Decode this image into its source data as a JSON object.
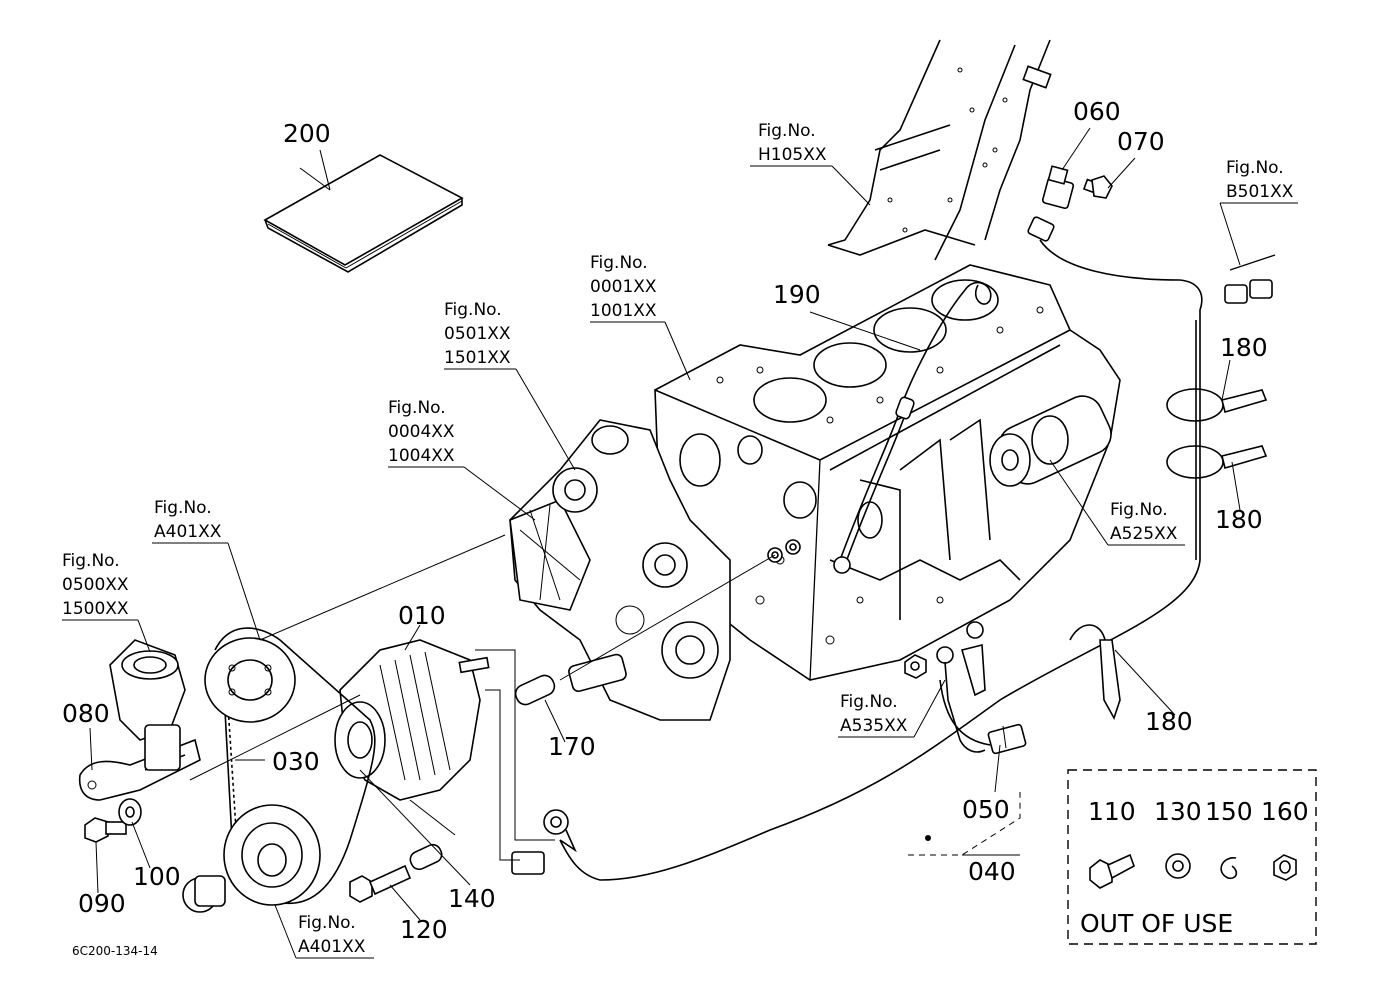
{
  "callouts": {
    "p200": "200",
    "p190": "190",
    "p060": "060",
    "p070": "070",
    "p180a": "180",
    "p180b": "180",
    "p180c": "180",
    "p010": "010",
    "p080": "080",
    "p030": "030",
    "p170": "170",
    "p050": "050",
    "p040": "040",
    "p090": "090",
    "p100": "100",
    "p140": "140",
    "p120": "120"
  },
  "figure_refs": {
    "h105": {
      "label": "Fig.No.",
      "code": "H105XX"
    },
    "b501": {
      "label": "Fig.No.",
      "code": "B501XX"
    },
    "f0001": {
      "label": "Fig.No.",
      "code1": "0001XX",
      "code2": "1001XX"
    },
    "f0501": {
      "label": "Fig.No.",
      "code1": "0501XX",
      "code2": "1501XX"
    },
    "f0004": {
      "label": "Fig.No.",
      "code1": "0004XX",
      "code2": "1004XX"
    },
    "a401top": {
      "label": "Fig.No.",
      "code": "A401XX"
    },
    "f0500": {
      "label": "Fig.No.",
      "code1": "0500XX",
      "code2": "1500XX"
    },
    "a525": {
      "label": "Fig.No.",
      "code": "A525XX"
    },
    "a535": {
      "label": "Fig.No.",
      "code": "A535XX"
    },
    "a401bot": {
      "label": "Fig.No.",
      "code": "A401XX"
    }
  },
  "out_of_use": {
    "title": "OUT OF USE",
    "parts": [
      "110",
      "130",
      "150",
      "160"
    ]
  },
  "drawing_code": "6C200-134-14"
}
